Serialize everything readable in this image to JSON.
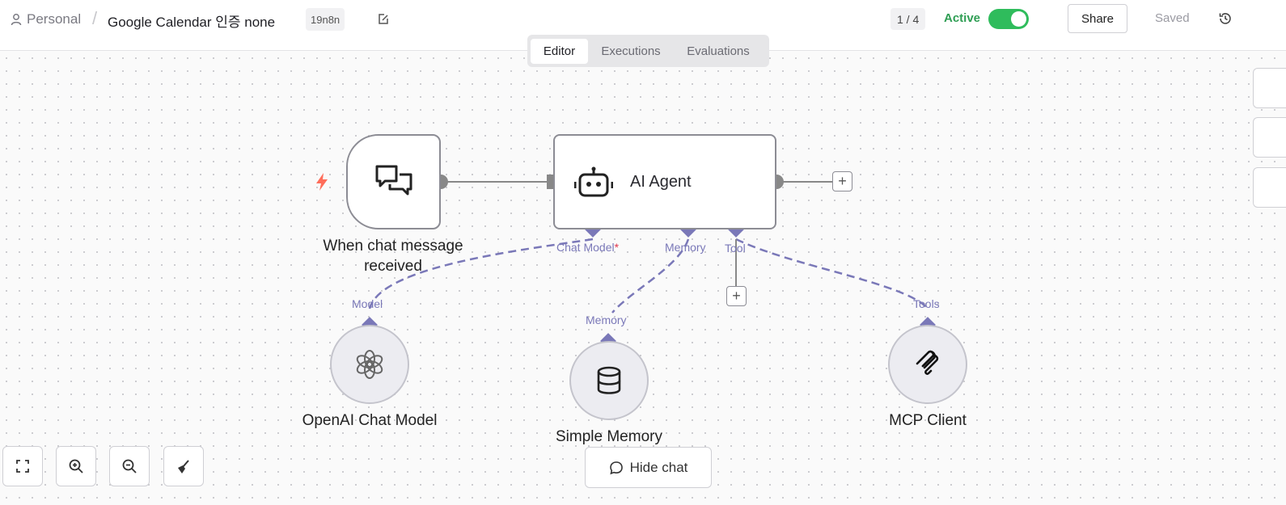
{
  "header": {
    "breadcrumb_personal": "Personal",
    "breadcrumb_separator": "/",
    "workflow_title": "Google Calendar 인증 none",
    "workflow_tag": "19n8n",
    "page_counter": "1 / 4",
    "active_label": "Active",
    "active": true,
    "share_label": "Share",
    "saved_label": "Saved"
  },
  "tabs": [
    {
      "label": "Editor",
      "selected": true
    },
    {
      "label": "Executions",
      "selected": false
    },
    {
      "label": "Evaluations",
      "selected": false
    }
  ],
  "nodes": {
    "trigger": {
      "label": "When chat message received",
      "icon": "chat-bubbles-icon"
    },
    "agent": {
      "label": "AI Agent",
      "icon": "robot-icon"
    },
    "openai": {
      "label": "OpenAI Chat Model",
      "icon": "openai-logo-icon"
    },
    "memory": {
      "label": "Simple Memory",
      "icon": "database-icon"
    },
    "mcp": {
      "label": "MCP Client",
      "icon": "mcp-logo-icon"
    }
  },
  "ports": {
    "chat_model": "Chat Model",
    "chat_model_required": "*",
    "memory": "Memory",
    "tool": "Tool",
    "model": "Model",
    "memory_in": "Memory",
    "tools_in": "Tools"
  },
  "controls": {
    "hide_chat_label": "Hide chat"
  },
  "colors": {
    "active_green": "#2fbc5c",
    "connector_purple": "#7a78b8",
    "trigger_bolt": "#ff6d5a"
  }
}
